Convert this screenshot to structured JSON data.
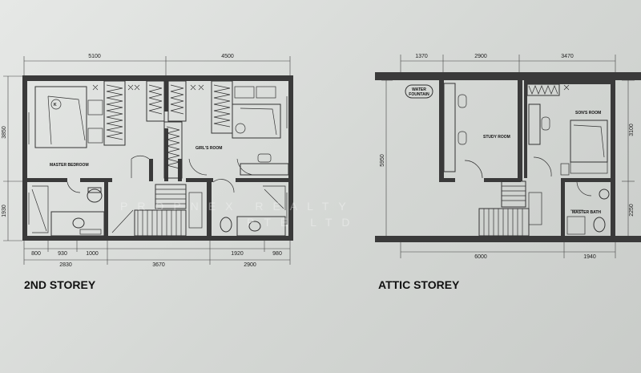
{
  "plans": [
    {
      "title": "2ND STOREY",
      "top_dims": [
        "5100",
        "4500"
      ],
      "left_dims": [
        "3850",
        "1930"
      ],
      "bottom_dims_row1": [
        "800",
        "930",
        "1000",
        "1920",
        "980"
      ],
      "bottom_dims_row2": [
        "2830",
        "3670",
        "2900"
      ],
      "rooms": [
        "MASTER BEDROOM",
        "GIRL'S ROOM"
      ]
    },
    {
      "title": "ATTIC STOREY",
      "top_dims": [
        "1370",
        "2900",
        "3470"
      ],
      "left_dims": [
        "5950"
      ],
      "right_dims": [
        "3100",
        "2250"
      ],
      "bottom_dims": [
        "6000",
        "1940"
      ],
      "rooms": [
        "STUDY ROOM",
        "SON'S ROOM",
        "MASTER BATH"
      ],
      "feature_label": [
        "WATER",
        "FOUNTAIN"
      ]
    }
  ],
  "watermark": [
    "PROPNEX REALTY",
    "PTE LTD"
  ],
  "icons": [
    "bed-icon",
    "toilet-icon",
    "basin-icon",
    "stair-icon",
    "desk-icon"
  ]
}
